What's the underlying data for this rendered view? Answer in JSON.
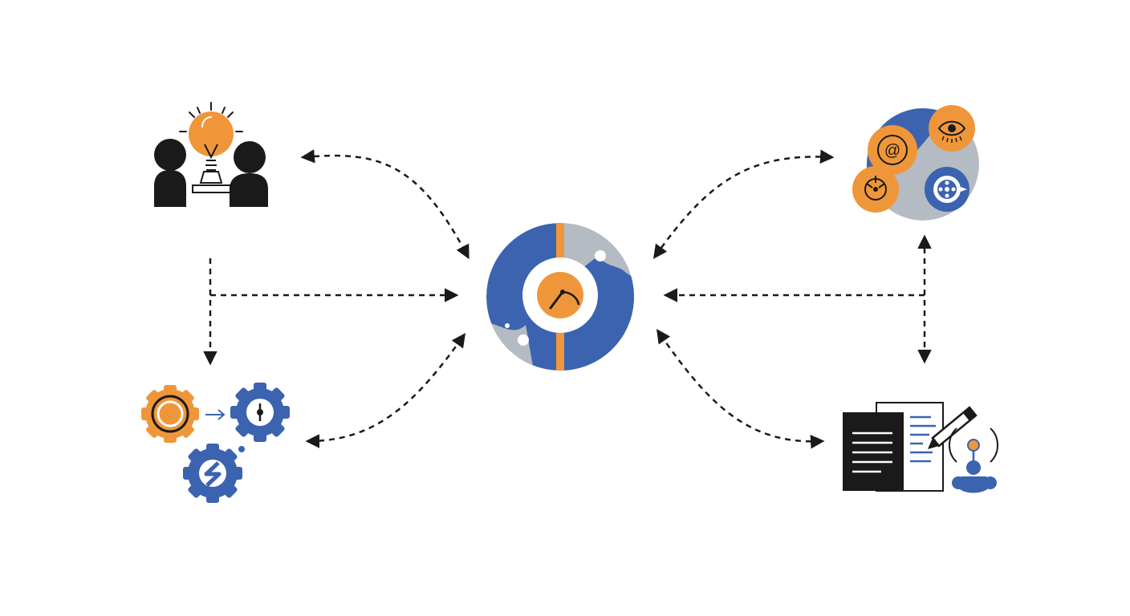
{
  "diagram": {
    "hub": {
      "icon": "gauge-hub-icon"
    },
    "nodes": [
      {
        "id": "collaboration",
        "icon": "team-lightbulb-icon"
      },
      {
        "id": "processes",
        "icon": "gears-icon"
      },
      {
        "id": "monitoring",
        "icon": "eye-email-target-cluster-icon"
      },
      {
        "id": "documentation",
        "icon": "documents-pen-person-icon"
      }
    ],
    "connections": [
      {
        "from": "collaboration",
        "to": "hub",
        "style": "dashed",
        "direction": "both"
      },
      {
        "from": "collaboration",
        "to": "hub",
        "style": "dashed",
        "direction": "forward"
      },
      {
        "from": "collaboration",
        "to": "processes",
        "style": "dashed",
        "direction": "forward"
      },
      {
        "from": "processes",
        "to": "hub",
        "style": "dashed",
        "direction": "both"
      },
      {
        "from": "monitoring",
        "to": "hub",
        "style": "dashed",
        "direction": "both"
      },
      {
        "from": "monitoring",
        "to": "documentation",
        "style": "dashed",
        "direction": "both"
      },
      {
        "from": "monitoring",
        "to": "hub",
        "style": "dashed",
        "direction": "forward"
      },
      {
        "from": "documentation",
        "to": "hub",
        "style": "dashed",
        "direction": "both"
      }
    ],
    "colors": {
      "orange": "#F0963A",
      "blue": "#3B63B0",
      "gray": "#B4BBC3",
      "black": "#1A1A1A",
      "white": "#FFFFFF"
    }
  }
}
